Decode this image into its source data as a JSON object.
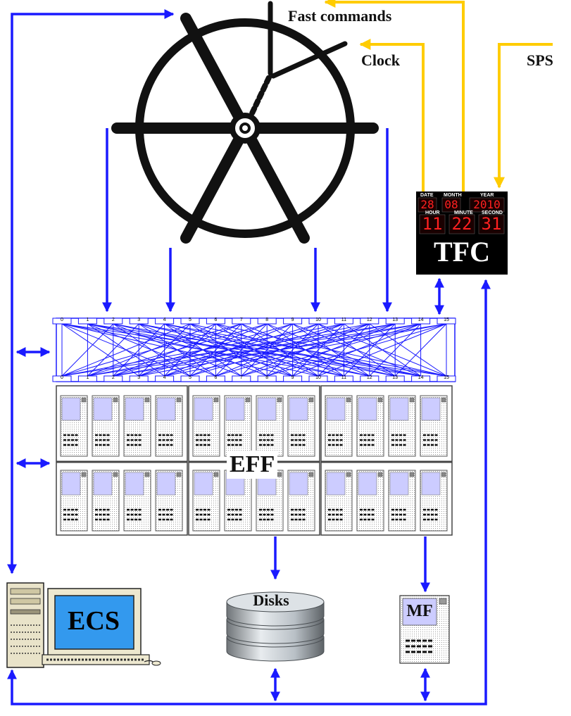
{
  "labels": {
    "fast_commands": "Fast commands",
    "clock": "Clock",
    "sps": "SPS",
    "tfc": "TFC",
    "eff": "EFF",
    "ecs": "ECS",
    "disks": "Disks",
    "mf": "MF"
  },
  "tfc_clock": {
    "date_label": "DATE",
    "month_label": "MONTH",
    "year_label": "YEAR",
    "hour_label": "HOUR",
    "minute_label": "MINUTE",
    "second_label": "SECOND",
    "date": "28",
    "month": "08",
    "year": "2010",
    "hour": "11",
    "minute": "22",
    "second": "31"
  },
  "switch_ports": [
    "0",
    "1",
    "2",
    "3",
    "4",
    "5",
    "6",
    "7",
    "8",
    "9",
    "10",
    "11",
    "12",
    "13",
    "14",
    "15"
  ],
  "colors": {
    "control_line": "#1a1aff",
    "timing_line": "#ffcc00",
    "tfc_box": "#000000",
    "digit": "#ff2020",
    "ecs_screen": "#3399ee"
  }
}
